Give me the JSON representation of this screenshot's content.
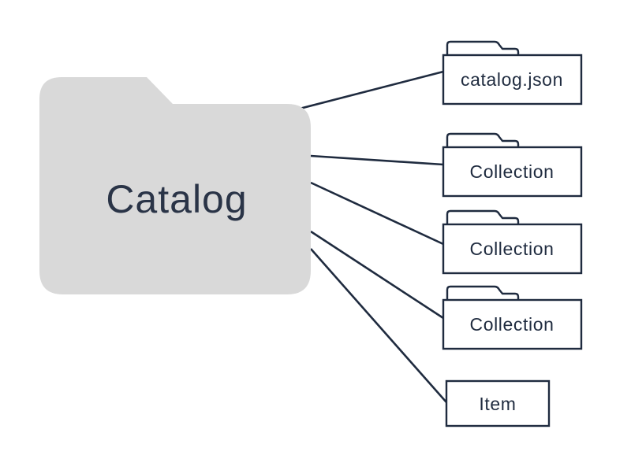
{
  "root": {
    "label": "Catalog",
    "color": "#d9d9d9"
  },
  "children": [
    {
      "label": "catalog.json",
      "kind": "folder"
    },
    {
      "label": "Collection",
      "kind": "folder"
    },
    {
      "label": "Collection",
      "kind": "folder"
    },
    {
      "label": "Collection",
      "kind": "folder"
    },
    {
      "label": "Item",
      "kind": "box"
    }
  ],
  "colors": {
    "line": "#1f2b3f",
    "text": "#2a3447"
  }
}
